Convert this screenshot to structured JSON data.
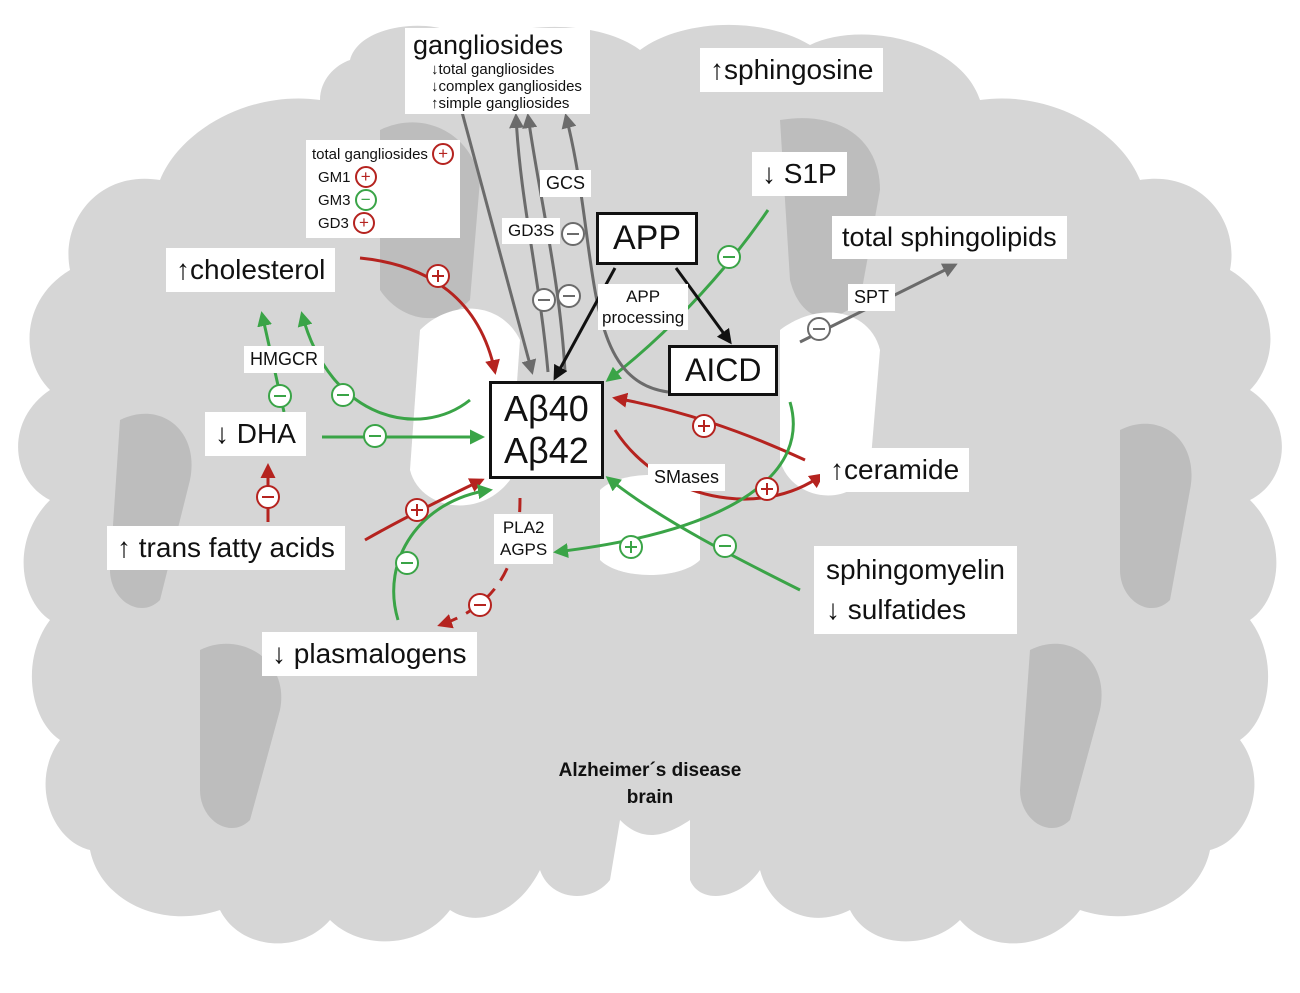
{
  "caption": {
    "line1": "Alzheimer´s disease",
    "line2": "brain"
  },
  "labels": {
    "gangliosides": "gangliosides",
    "gangliosides_sub": [
      "↓total gangliosides",
      "↓complex gangliosides",
      "↑simple gangliosides"
    ],
    "legend_rows": [
      {
        "name": "total gangliosides",
        "sign": "+"
      },
      {
        "name": "GM1",
        "sign": "+"
      },
      {
        "name": "GM3",
        "sign": "−"
      },
      {
        "name": "GD3",
        "sign": "+"
      }
    ],
    "sphingosine": "↑sphingosine",
    "s1p": "↓ S1P",
    "total_sphingolipids": "total sphingolipids",
    "cholesterol": "↑cholesterol",
    "hmgcr": "HMGCR",
    "dha": "↓ DHA",
    "trans_fatty_acids": "↑ trans fatty acids",
    "plasmalogens": "↓ plasmalogens",
    "app": "APP",
    "app_processing": [
      "APP",
      "processing"
    ],
    "aicd": "AICD",
    "abeta": [
      "Aβ40",
      "Aβ42"
    ],
    "ceramide": "↑ceramide",
    "sphingomyelin": "sphingomyelin",
    "sulfatides": "↓ sulfatides",
    "gcs": "GCS",
    "gd3s": "GD3S",
    "spt": "SPT",
    "smases": "SMases",
    "pla2": "PLA2",
    "agps": "AGPS"
  },
  "colors": {
    "activation": "#b5231f",
    "inhibition": "#3aa447",
    "neutral": "#6b6b6b",
    "processing": "#111111",
    "brain": "#d6d6d6"
  }
}
